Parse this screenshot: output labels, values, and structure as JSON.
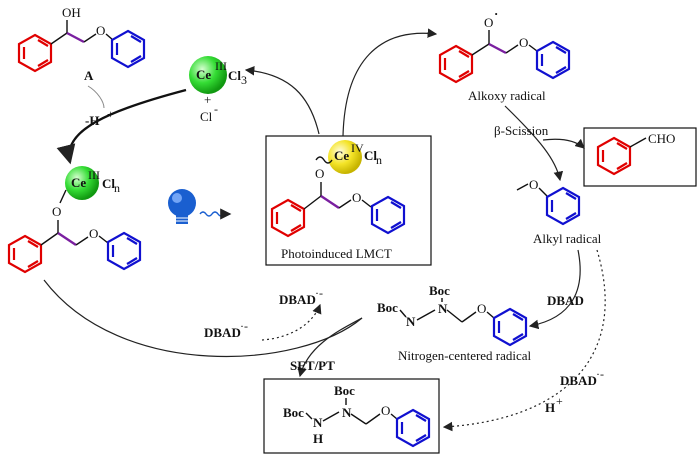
{
  "species": {
    "substrate_A": {
      "label": "A",
      "oh": "OH",
      "o": "O"
    },
    "cecl3": {
      "ce": "Ce",
      "ox": "III",
      "cl": "Cl",
      "sub": "3",
      "plus": "+",
      "chloride": "Cl",
      "chloride_charge": "-"
    },
    "ce_complex": {
      "ce": "Ce",
      "ox": "III",
      "cl": "Cl",
      "sub": "n",
      "o1": "O",
      "o2": "O"
    },
    "lmct_box": {
      "ce": "Ce",
      "ox": "IV",
      "cl": "Cl",
      "sub": "n",
      "o1": "O",
      "o2": "O",
      "caption": "Photoinduced LMCT"
    },
    "alkoxy": {
      "o_rad": "O",
      "rad": "·",
      "o2": "O",
      "caption": "Alkoxy radical"
    },
    "benzaldehyde": {
      "cho": "CHO"
    },
    "alkyl": {
      "o": "O",
      "caption": "Alkyl radical"
    },
    "n_radical": {
      "boc1": "Boc",
      "boc2": "Boc",
      "n1": "N",
      "n2": "N",
      "o": "O",
      "caption": "Nitrogen-centered radical"
    },
    "product": {
      "boc1": "Boc",
      "boc2": "Boc",
      "n1": "N",
      "n2": "N",
      "h": "H",
      "o": "O"
    }
  },
  "steps": {
    "deprotonation": "-H",
    "deprotonation_charge": "+",
    "beta_scission": "β-Scission",
    "dbad_add": "DBAD",
    "dbad_anion_1": "DBAD",
    "dbad_anion_2": "DBAD",
    "dbad_anion_3": "DBAD",
    "anion_mark": "·-",
    "h_plus": "H",
    "h_plus_charge": "+",
    "set_pt": "SET/PT"
  },
  "colors": {
    "red": "#e00000",
    "blue": "#1010d0",
    "purple": "#7a1fa0",
    "green": "#22cc22",
    "yellow": "#f2e21a",
    "bulb": "#1a5fd0"
  }
}
